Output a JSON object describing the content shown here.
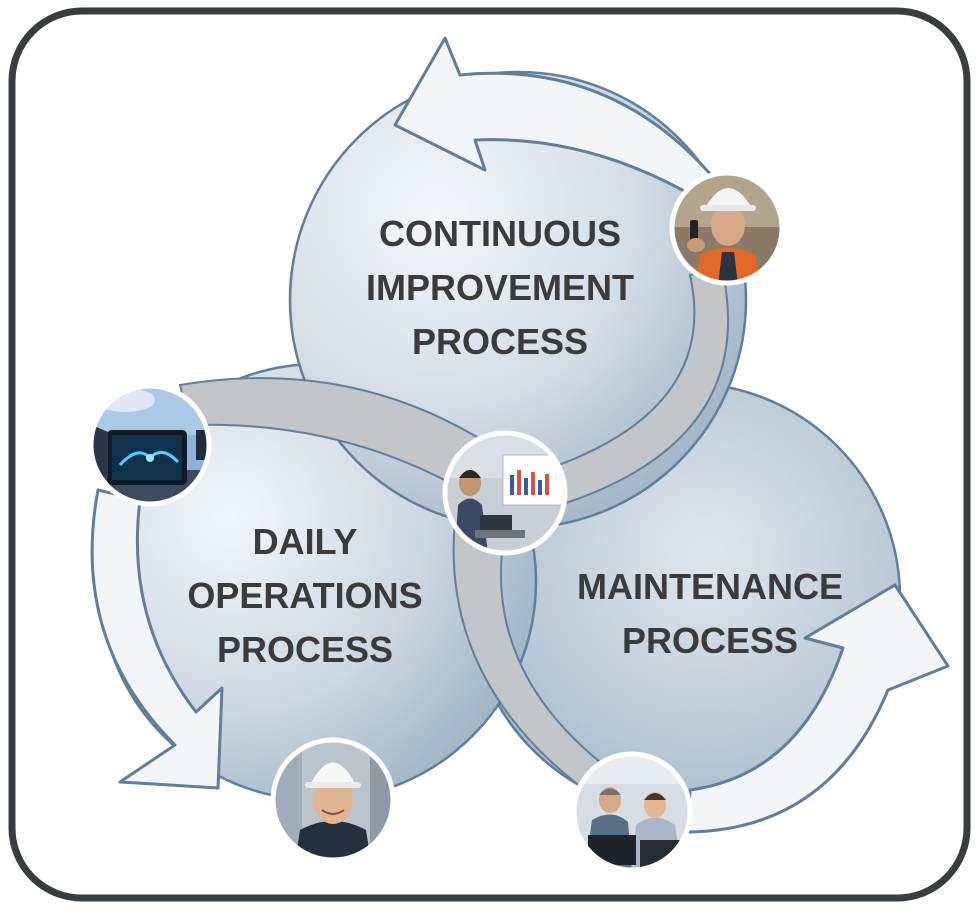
{
  "diagram": {
    "processes": [
      {
        "id": "continuous-improvement",
        "lines": [
          "CONTINUOUS",
          "IMPROVEMENT",
          "PROCESS"
        ]
      },
      {
        "id": "daily-operations",
        "lines": [
          "DAILY",
          "OPERATIONS",
          "PROCESS"
        ]
      },
      {
        "id": "maintenance",
        "lines": [
          "MAINTENANCE",
          "PROCESS"
        ]
      }
    ],
    "photos": [
      {
        "id": "engineer-radio",
        "icon": "worker-with-radio-icon"
      },
      {
        "id": "tablet-handshake",
        "icon": "tablet-handshake-icon"
      },
      {
        "id": "analyst-dashboard",
        "icon": "analyst-dashboard-icon"
      },
      {
        "id": "worker-helmet",
        "icon": "worker-helmet-icon"
      },
      {
        "id": "two-engineers",
        "icon": "engineers-monitor-icon"
      }
    ],
    "colors": {
      "frame": "#3a3d40",
      "circle_stroke": "#5f7f9a",
      "circle_light": "#eef2f6",
      "circle_dark": "#98aebf",
      "band": "#c3c6c9",
      "arrow_fill": "#f2f6f9",
      "label": "#3b3b3b"
    }
  }
}
